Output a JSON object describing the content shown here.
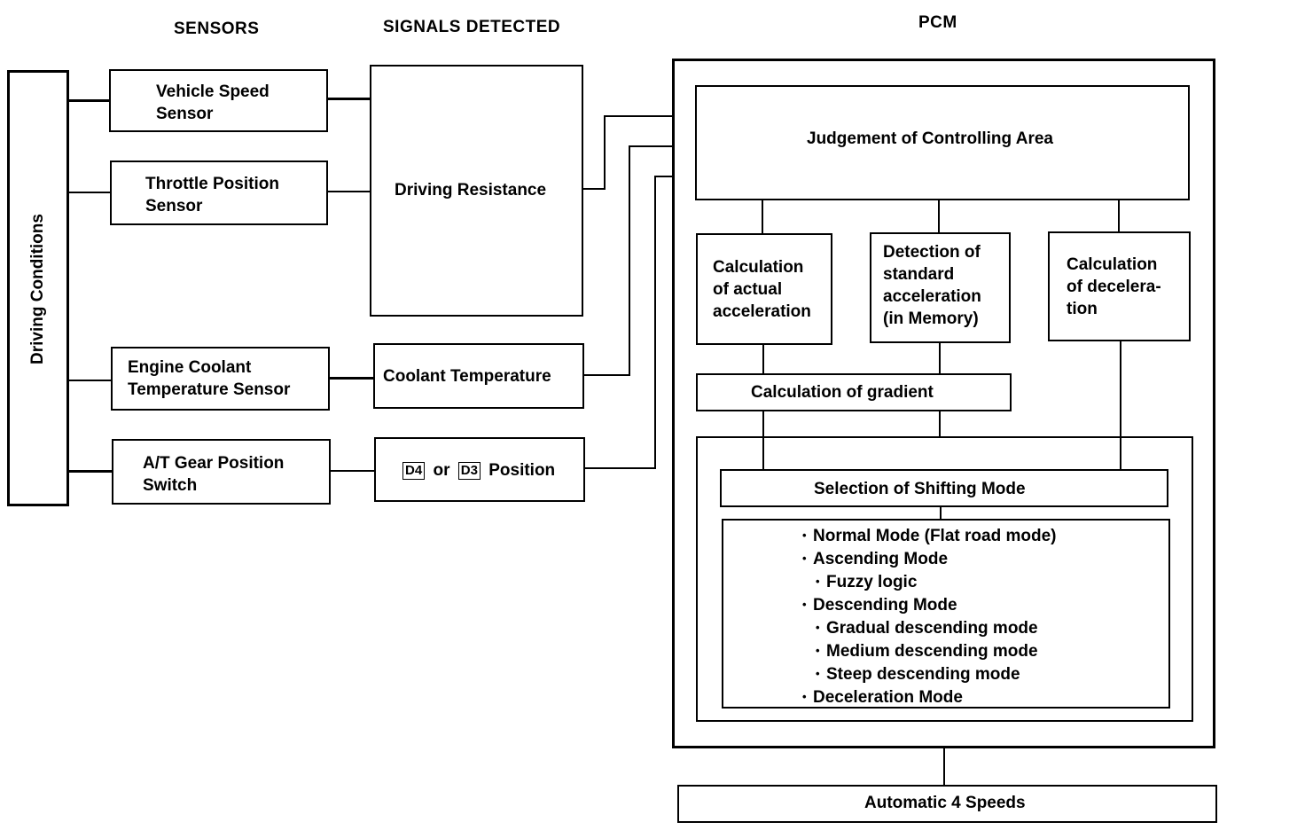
{
  "headers": {
    "sensors": "SENSORS",
    "signals": "SIGNALS DETECTED",
    "pcm": "PCM"
  },
  "driving_conditions": "Driving Conditions",
  "sensors": {
    "vss": [
      "Vehicle Speed",
      "Sensor"
    ],
    "tps": [
      "Throttle Position",
      "Sensor"
    ],
    "ect": [
      "Engine Coolant",
      "Temperature Sensor"
    ],
    "gear": [
      "A/T Gear Position",
      "Switch"
    ]
  },
  "signals": {
    "driving_resistance": "Driving Resistance",
    "coolant_temp": "Coolant Temperature",
    "d4": "D4",
    "or": "or",
    "d3": "D3",
    "position": "Position"
  },
  "pcm": {
    "judgement": "Judgement of Controlling Area",
    "calc_actual": [
      "Calculation",
      "of actual",
      "acceleration"
    ],
    "detect_standard": [
      "Detection of",
      "standard",
      "acceleration",
      "(in Memory)"
    ],
    "calc_decel": [
      "Calculation",
      "of decelera-",
      "tion"
    ],
    "gradient": "Calculation of gradient",
    "selection": "Selection of Shifting Mode",
    "modes": [
      "Normal Mode (Flat road mode)",
      "Ascending Mode",
      "Fuzzy logic",
      "Descending Mode",
      "Gradual descending mode",
      "Medium descending mode",
      "Steep descending mode",
      "Deceleration Mode"
    ]
  },
  "output": "Automatic 4 Speeds"
}
